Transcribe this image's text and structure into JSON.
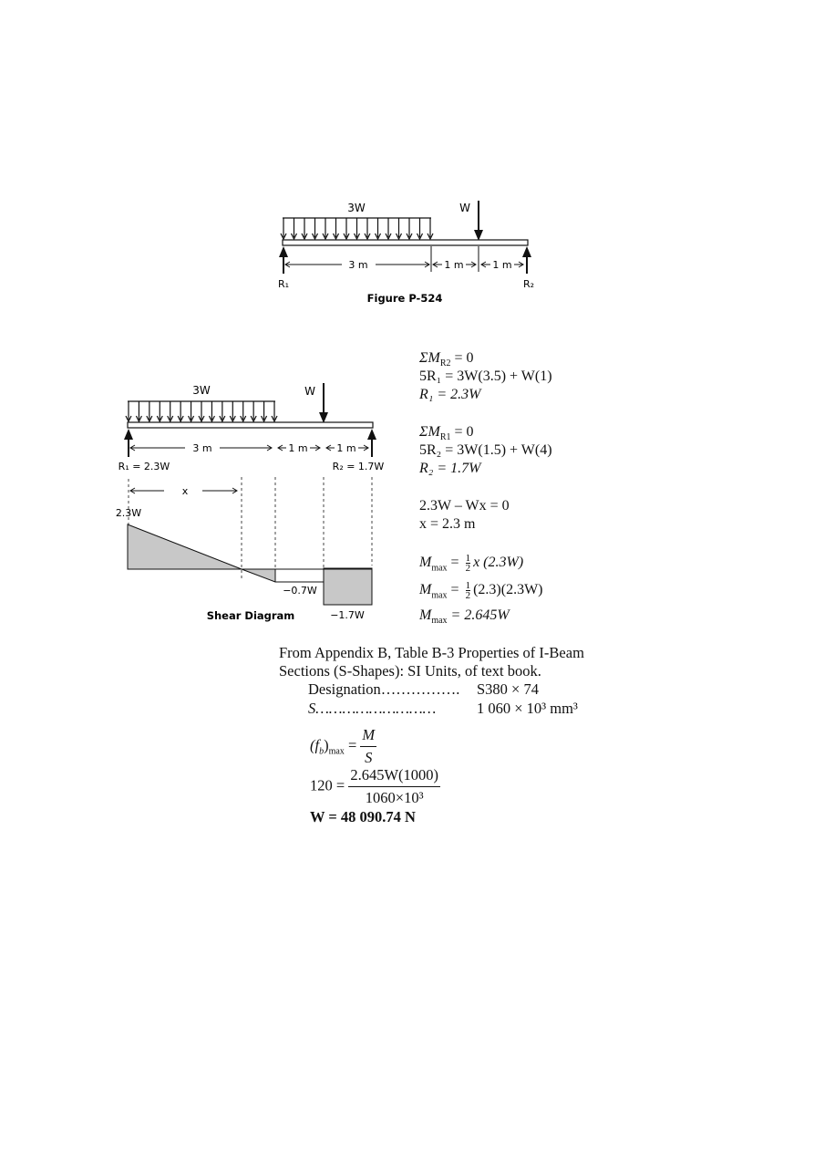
{
  "figure1": {
    "load_distributed": "3W",
    "load_point": "W",
    "dim_3m": "3 m",
    "dim_1m_a": "1 m",
    "dim_1m_b": "1 m",
    "r1": "R₁",
    "r2": "R₂",
    "caption": "Figure P-524"
  },
  "figure2": {
    "load_distributed": "3W",
    "load_point": "W",
    "dim_3m": "3 m",
    "dim_1m_a": "1 m",
    "dim_1m_b": "1 m",
    "r1": "R₁ = 2.3W",
    "r2": "R₂ = 1.7W",
    "x_label": "x",
    "v_start": "2.3W",
    "v_mid": "−0.7W",
    "v_end": "−1.7W",
    "caption": "Shear Diagram"
  },
  "equations": {
    "sum_m_r2": "ΣM",
    "sum_m_r2_sub": "R2",
    "sum_m_r2_rhs": " = 0",
    "eq_r1": "5R₁ = 3W(3.5) + W(1)",
    "r1_result": "R₁ = 2.3W",
    "sum_m_r1": "ΣM",
    "sum_m_r1_sub": "R1",
    "sum_m_r1_rhs": " = 0",
    "eq_r2": "5R₂ = 3W(1.5) + W(4)",
    "r2_result": "R₂ = 1.7W",
    "shear_zero": "2.3W – Wx = 0",
    "x_result": "x = 2.3 m",
    "m": "M",
    "max": "max",
    "mmax1_rhs": "x (2.3W)",
    "mmax2_rhs": "(2.3)(2.3W)",
    "mmax3_rhs": " = 2.645W",
    "half_num": "1",
    "half_den": "2"
  },
  "text": {
    "line1": "From Appendix B, Table B-3 Properties of I-Beam",
    "line2": "Sections (S-Shapes): SI Units, of text book.",
    "designation_label": "Designation…………….",
    "designation_value": "S380 × 74",
    "s_label": "S………………………",
    "s_value": "1 060 × 10³ mm³",
    "fb_lhs": "(f",
    "fb_sub_b": "b",
    "fb_close": ")",
    "fb_max": "max",
    "fb_num": "M",
    "fb_den": "S",
    "eq120_lhs": "120 =",
    "eq120_num": "2.645W(1000)",
    "eq120_den": "1060×10³",
    "w_result": "W = 48 090.74 N"
  }
}
